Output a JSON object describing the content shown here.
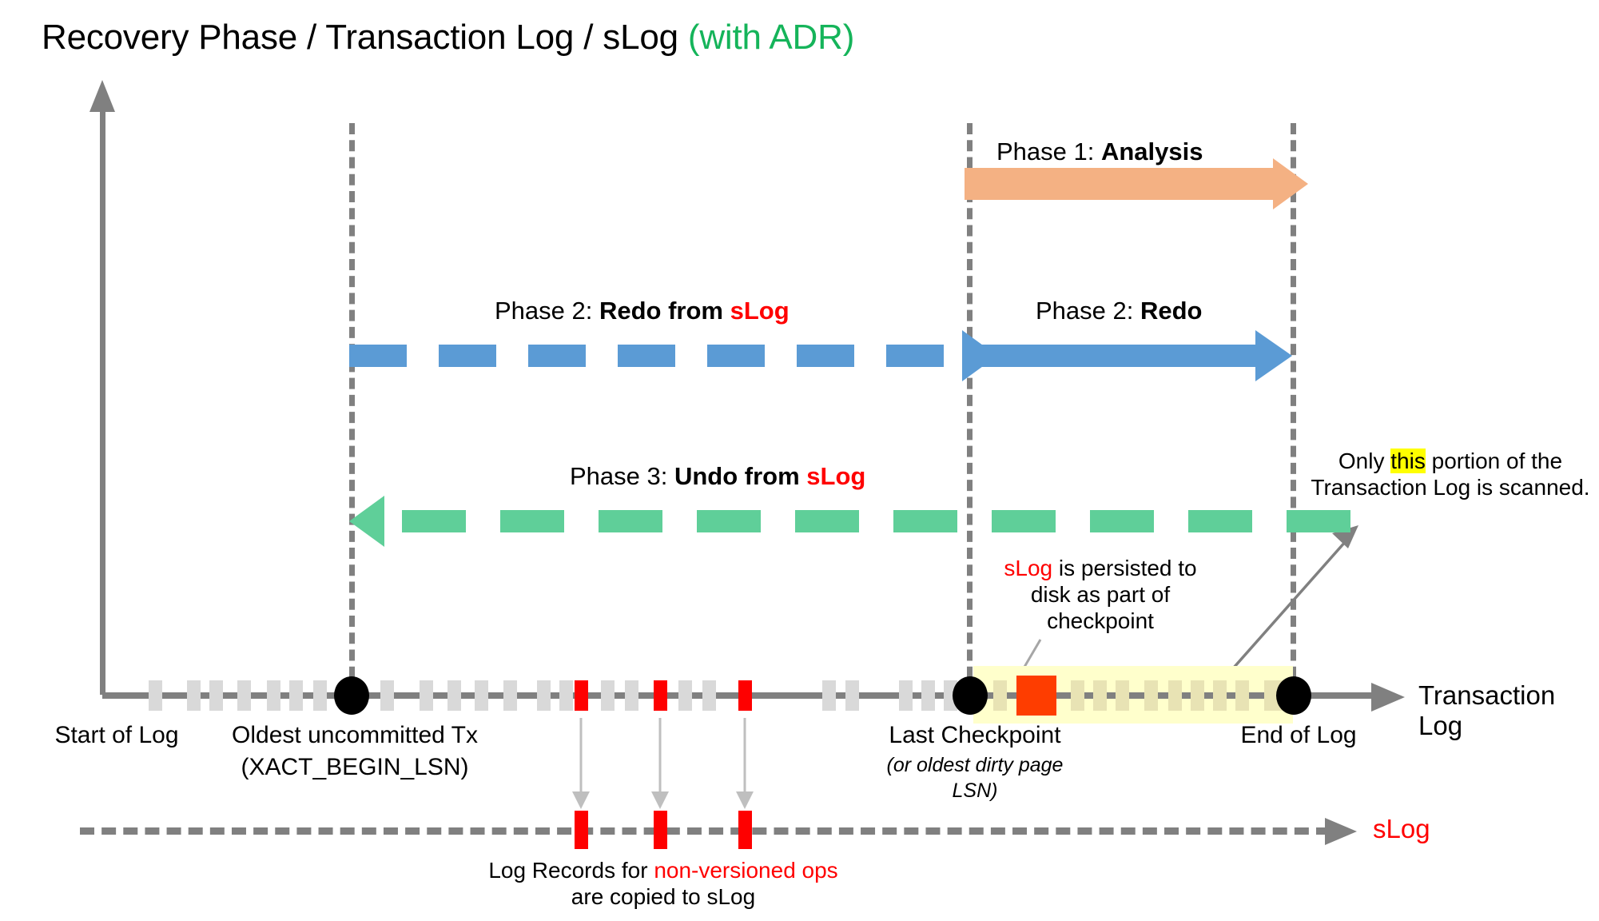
{
  "title": {
    "main": "Recovery Phase / Transaction Log / sLog ",
    "suffix": "(with ADR)"
  },
  "colors": {
    "adr_green": "#15b45a",
    "analysis_orange": "#f4b183",
    "redo_blue": "#5b9bd5",
    "undo_green": "#5fcf99",
    "slog_red": "#ff0000",
    "log_tick_gray": "#d9d9d9",
    "axis_gray": "#808080",
    "highlight_yellow": "#ffff00",
    "scan_band": "#ffffcc",
    "checkpoint_orange": "#fe3d00"
  },
  "phases": {
    "analysis": {
      "prefix": "Phase 1: ",
      "name": "Analysis"
    },
    "redo_from_slog": {
      "prefix": "Phase 2: ",
      "name": "Redo from ",
      "accent": "sLog"
    },
    "redo": {
      "prefix": "Phase 2: ",
      "name": "Redo"
    },
    "undo_from_slog": {
      "prefix": "Phase 3: ",
      "name": "Undo from ",
      "accent": "sLog"
    }
  },
  "timeline": {
    "start_label": "Start of Log",
    "oldest_tx_label": "Oldest uncommitted Tx",
    "oldest_tx_sub": "(XACT_BEGIN_LSN)",
    "checkpoint_label": "Last Checkpoint",
    "checkpoint_sub_line1": "(or oldest dirty page",
    "checkpoint_sub_line2": "LSN)",
    "end_label": "End of Log",
    "axis_label": "Transaction Log"
  },
  "slog_axis": {
    "label": "sLog"
  },
  "notes": {
    "checkpoint_note": {
      "accent": "sLog",
      "line1_rest": " is persisted to",
      "line2": "disk as part of",
      "line3": "checkpoint"
    },
    "scan_note": {
      "pre": "Only ",
      "highlight": "this",
      "post": " portion of the",
      "line2": "Transaction Log is scanned."
    },
    "copy_note": {
      "pre": "Log Records for ",
      "accent": "non-versioned ops",
      "line2": "are copied to sLog"
    }
  }
}
